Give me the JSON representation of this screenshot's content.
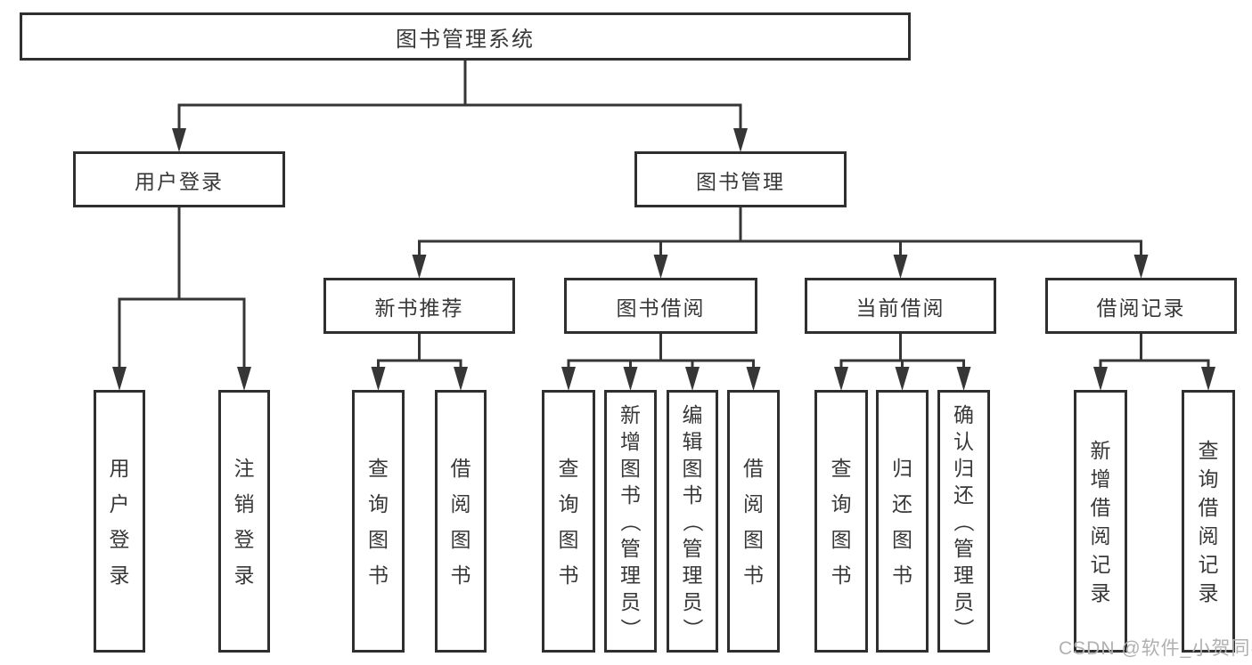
{
  "diagram_title": "图书管理系统",
  "watermark": "CSDN @软件_小贺同学",
  "colors": {
    "background": "#ffffff",
    "line": "#363636",
    "box_border": "#2f2f2f",
    "text": "#383838",
    "watermark": "#b0b0b0"
  },
  "tree": {
    "id": "root",
    "label": "图书管理系统",
    "children": [
      {
        "id": "user-login",
        "label": "用户登录",
        "children": [
          {
            "id": "login",
            "label": "用户登录"
          },
          {
            "id": "logout",
            "label": "注销登录"
          }
        ]
      },
      {
        "id": "book-mgmt",
        "label": "图书管理",
        "children": [
          {
            "id": "new-book-rec",
            "label": "新书推荐",
            "children": [
              {
                "id": "nbr-query",
                "label": "查询图书"
              },
              {
                "id": "nbr-borrow",
                "label": "借阅图书"
              }
            ]
          },
          {
            "id": "book-borrow",
            "label": "图书借阅",
            "children": [
              {
                "id": "bb-query",
                "label": "查询图书"
              },
              {
                "id": "bb-add",
                "label": "新增图书（管理员）"
              },
              {
                "id": "bb-edit",
                "label": "编辑图书（管理员）"
              },
              {
                "id": "bb-borrow",
                "label": "借阅图书"
              }
            ]
          },
          {
            "id": "current-borrow",
            "label": "当前借阅",
            "children": [
              {
                "id": "cb-query",
                "label": "查询图书"
              },
              {
                "id": "cb-return",
                "label": "归还图书"
              },
              {
                "id": "cb-confirm",
                "label": "确认归还（管理员）"
              }
            ]
          },
          {
            "id": "borrow-records",
            "label": "借阅记录",
            "children": [
              {
                "id": "br-add",
                "label": "新增借阅记录"
              },
              {
                "id": "br-query",
                "label": "查询借阅记录"
              }
            ]
          }
        ]
      }
    ]
  }
}
